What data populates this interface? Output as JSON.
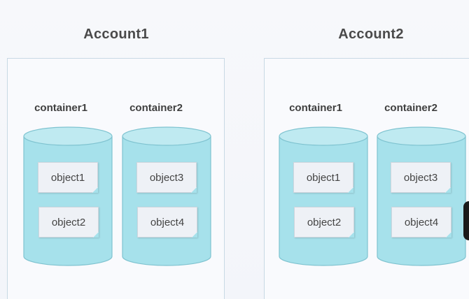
{
  "accounts": [
    {
      "title": "Account1",
      "containers": [
        {
          "label": "container1",
          "objects": [
            "object1",
            "object2"
          ]
        },
        {
          "label": "container2",
          "objects": [
            "object3",
            "object4"
          ]
        }
      ]
    },
    {
      "title": "Account2",
      "containers": [
        {
          "label": "container1",
          "objects": [
            "object1",
            "object2"
          ]
        },
        {
          "label": "container2",
          "objects": [
            "object3",
            "object4"
          ]
        }
      ]
    }
  ],
  "colors": {
    "cylinder_fill": "#a6e1eb",
    "cylinder_top": "#bfeaf1",
    "cylinder_stroke": "#7fc3d0",
    "box_border": "#c8d9e4",
    "object_fill": "#eef1f6"
  }
}
